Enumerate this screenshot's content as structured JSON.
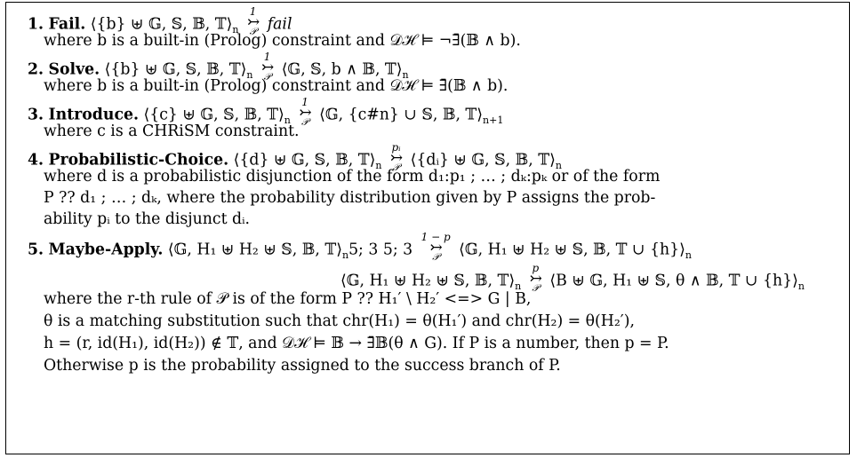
{
  "rules": [
    {
      "number": "1.",
      "name": "Fail.",
      "lhs": "⟨{b} ⊎ 𝔾, 𝕊, 𝔹, 𝕋⟩",
      "lhs_sub": "n",
      "arrow_top": "1",
      "arrow_bottom": "𝒫",
      "rhs": "fail",
      "cond_lines": [
        "where b is a built-in (Prolog) constraint and 𝒟ℋ ⊨ ¬∃̄(𝔹 ∧ b)."
      ]
    },
    {
      "number": "2.",
      "name": "Solve.",
      "lhs": "⟨{b} ⊎ 𝔾, 𝕊, 𝔹, 𝕋⟩",
      "lhs_sub": "n",
      "arrow_top": "1",
      "arrow_bottom": "𝒫",
      "rhs": "⟨𝔾, 𝕊, b ∧ 𝔹, 𝕋⟩",
      "rhs_sub": "n",
      "cond_lines": [
        "where b is a built-in (Prolog) constraint and 𝒟ℋ ⊨ ∃̄(𝔹 ∧ b)."
      ]
    },
    {
      "number": "3.",
      "name": "Introduce.",
      "lhs": "⟨{c} ⊎ 𝔾, 𝕊, 𝔹, 𝕋⟩",
      "lhs_sub": "n",
      "arrow_top": "1",
      "arrow_bottom": "𝒫",
      "rhs": "⟨𝔾, {c#n} ∪ 𝕊, 𝔹, 𝕋⟩",
      "rhs_sub": "n+1",
      "cond_lines": [
        "where c is a CHRiSM constraint."
      ]
    },
    {
      "number": "4.",
      "name": "Probabilistic-Choice.",
      "lhs": "⟨{d} ⊎ 𝔾, 𝕊, 𝔹, 𝕋⟩",
      "lhs_sub": "n",
      "arrow_top": "pᵢ",
      "arrow_bottom": "𝒫",
      "rhs": "⟨{dᵢ} ⊎ 𝔾, 𝕊, 𝔹, 𝕋⟩",
      "rhs_sub": "n",
      "cond_lines": [
        "where d is a probabilistic disjunction of the form d₁:p₁ ; … ; dₖ:pₖ or of the form",
        "P ?? d₁ ; … ; dₖ, where the probability distribution given by P assigns the prob-",
        "ability pᵢ to the disjunct dᵢ."
      ]
    },
    {
      "number": "5.",
      "name": "Maybe-Apply.",
      "lhs": "⟨𝔾, H₁ ⊎ H₂ ⊎ 𝕊, 𝔹, 𝕋⟩",
      "lhs_sub": "n",
      "lhs_tail": "5; 3 5; 3",
      "arrow_top": "1 − p",
      "arrow_bottom": "𝒫",
      "rhs": "⟨𝔾, H₁ ⊎ H₂ ⊎ 𝕊, 𝔹, 𝕋 ∪ {h}⟩",
      "rhs_sub": "n",
      "second": {
        "lhs": "⟨𝔾, H₁ ⊎ H₂ ⊎ 𝕊, 𝔹, 𝕋⟩",
        "lhs_sub": "n",
        "arrow_top": "p",
        "arrow_bottom": "𝒫",
        "rhs": "⟨B ⊎ 𝔾, H₁ ⊎ 𝕊, θ ∧ 𝔹, 𝕋 ∪ {h}⟩",
        "rhs_sub": "n"
      },
      "cond_lines": [
        "where the r-th rule of 𝒫 is of the form P ?? H₁′ \\ H₂′ <=> G | B,",
        "θ is a matching substitution such that chr(H₁) = θ(H₁′) and chr(H₂) = θ(H₂′),",
        "h = (r, id(H₁), id(H₂)) ∉ 𝕋, and 𝒟ℋ ⊨ 𝔹 → ∃̄𝔹(θ ∧ G). If P is a number, then p = P.",
        "Otherwise p is the probability assigned to the success branch of P."
      ]
    }
  ]
}
